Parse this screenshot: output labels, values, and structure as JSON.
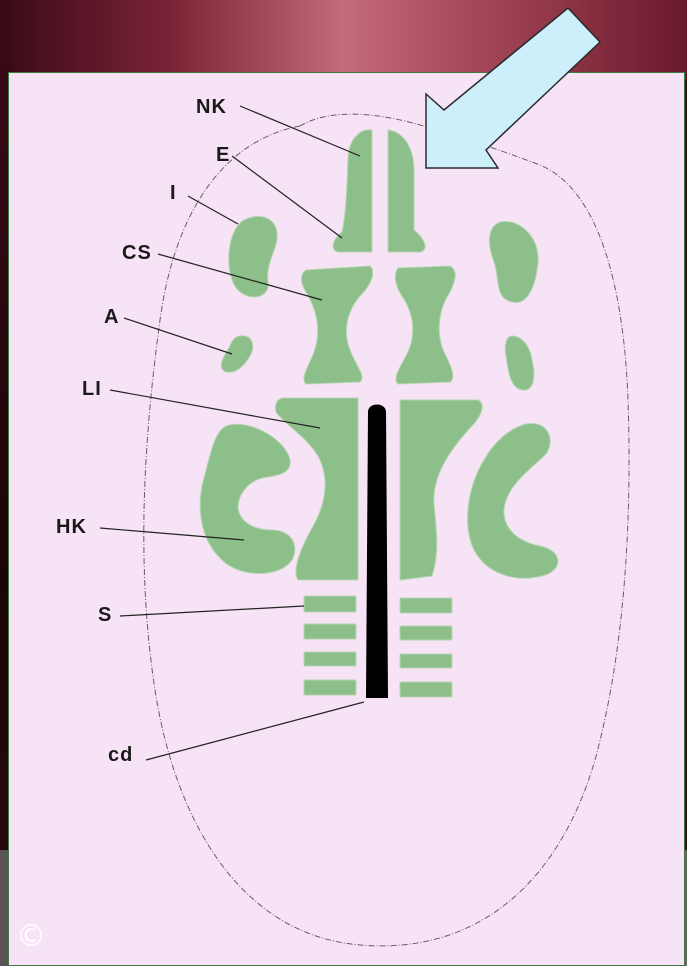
{
  "labels": {
    "nk": "NK",
    "e": "E",
    "i": "I",
    "cs": "CS",
    "a": "A",
    "li": "LI",
    "hk": "HK",
    "s": "S",
    "cd": "cd"
  },
  "copyright_symbol": "©",
  "colors": {
    "panel_background": "#f7e3f6",
    "cartilage_green": "#8dbf8a",
    "pointer_arrow": "#cdeefb",
    "notochord": "#000000"
  }
}
